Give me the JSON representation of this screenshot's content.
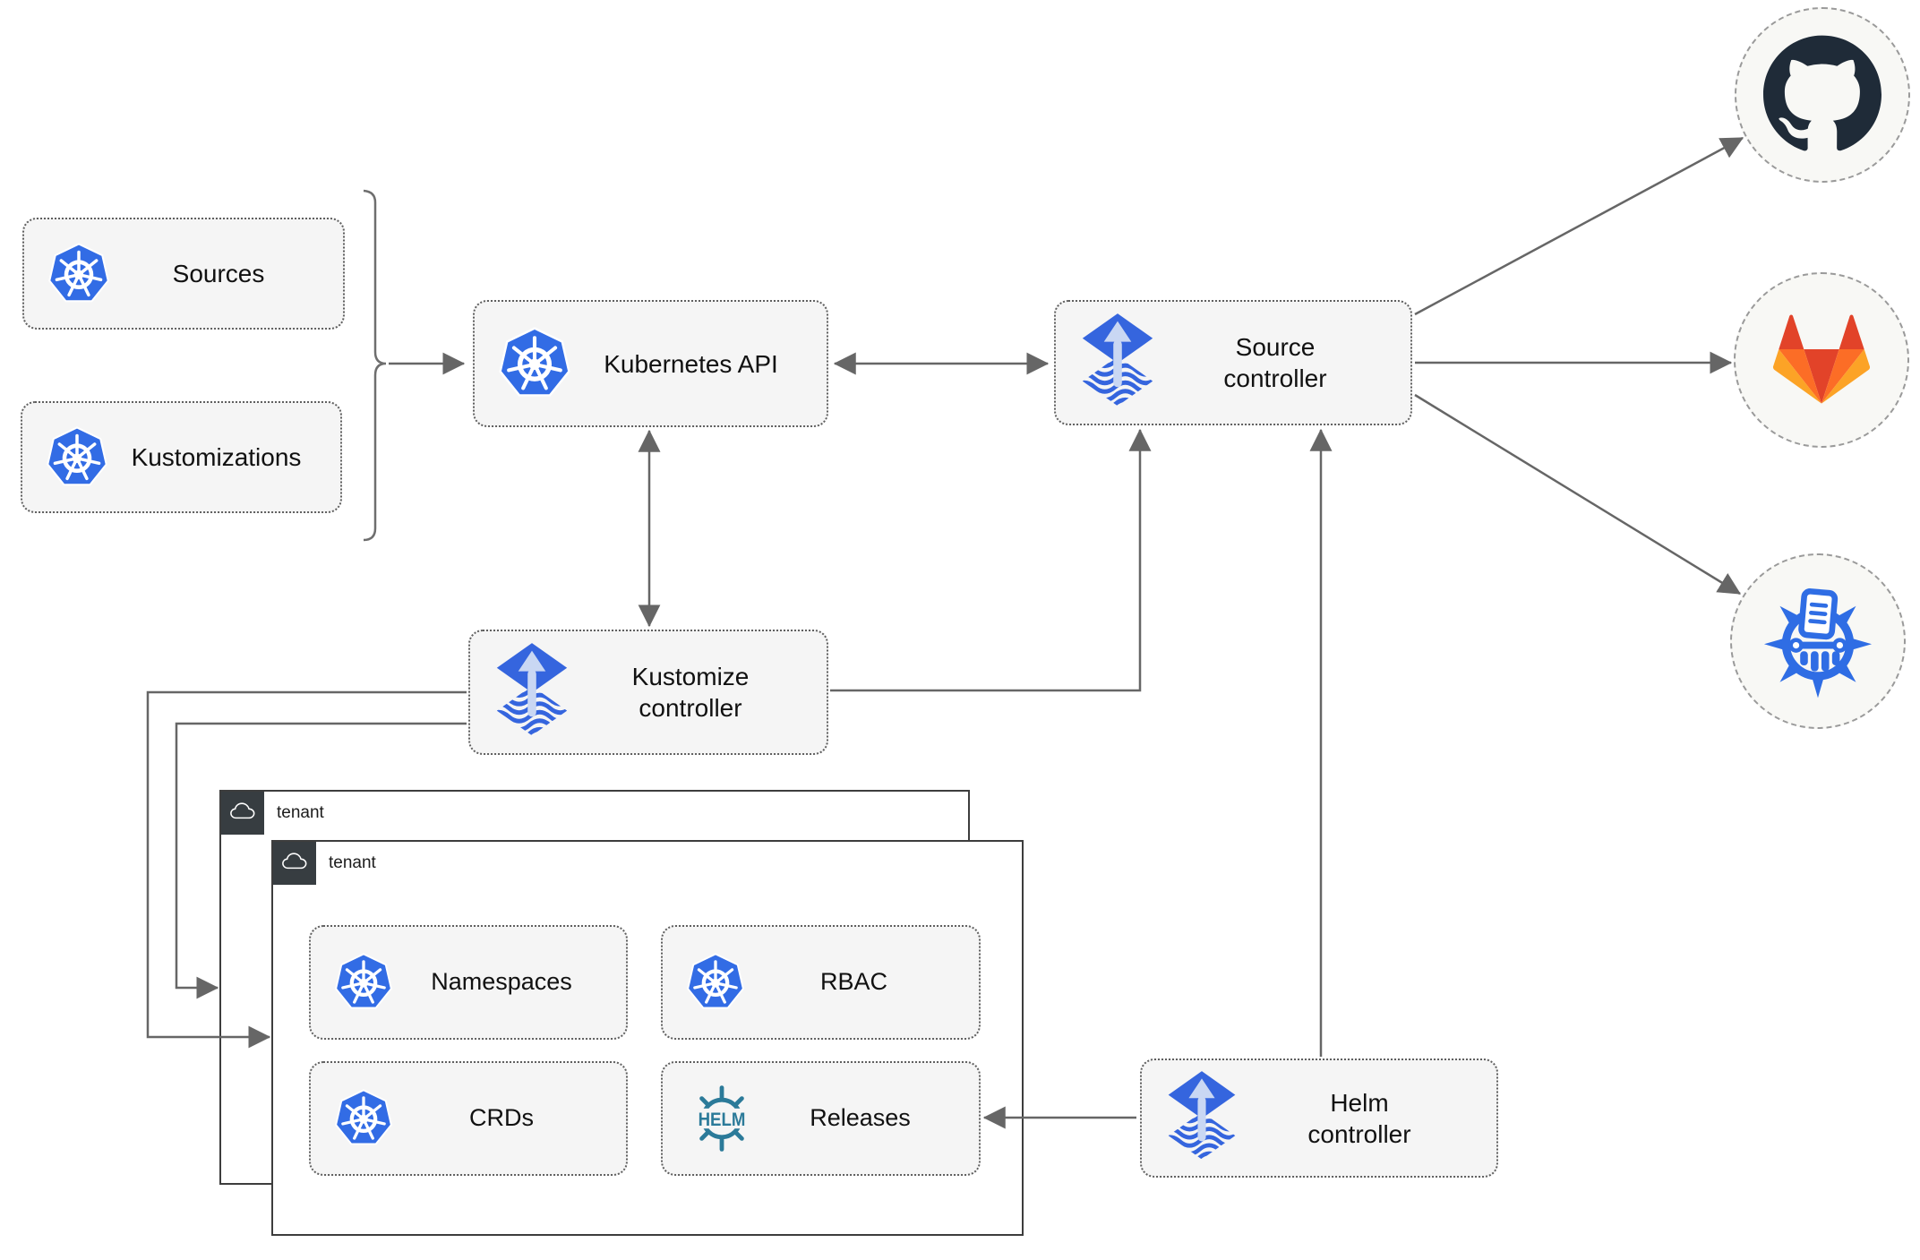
{
  "diagram": {
    "nodes": {
      "sources": {
        "label": "Sources",
        "icon": "kubernetes"
      },
      "kustomizations": {
        "label": "Kustomizations",
        "icon": "kubernetes"
      },
      "kubernetes_api": {
        "label": "Kubernetes API",
        "icon": "kubernetes"
      },
      "source_controller": {
        "label": "Source controller",
        "icon": "flux"
      },
      "kustomize_controller": {
        "label": "Kustomize controller",
        "icon": "flux"
      },
      "helm_controller": {
        "label": "Helm controller",
        "icon": "flux"
      },
      "namespaces": {
        "label": "Namespaces",
        "icon": "kubernetes"
      },
      "rbac": {
        "label": "RBAC",
        "icon": "kubernetes"
      },
      "crds": {
        "label": "CRDs",
        "icon": "kubernetes"
      },
      "releases": {
        "label": "Releases",
        "icon": "helm"
      }
    },
    "containers": {
      "tenant_outer": {
        "label": "tenant",
        "icon": "cloud"
      },
      "tenant_inner": {
        "label": "tenant",
        "icon": "cloud"
      }
    },
    "endpoints": {
      "github": {
        "icon": "github-logo"
      },
      "gitlab": {
        "icon": "gitlab-logo"
      },
      "chartmuseum": {
        "icon": "chartmuseum-logo"
      }
    },
    "icons": {
      "helm_wordmark": "HELM"
    },
    "connections": [
      {
        "from": "sources+kustomizations",
        "to": "kubernetes_api",
        "style": "arrow"
      },
      {
        "from": "kubernetes_api",
        "to": "source_controller",
        "style": "double-arrow"
      },
      {
        "from": "kubernetes_api",
        "to": "kustomize_controller",
        "style": "double-arrow"
      },
      {
        "from": "kustomize_controller",
        "to": "source_controller",
        "style": "arrow"
      },
      {
        "from": "helm_controller",
        "to": "source_controller",
        "style": "arrow"
      },
      {
        "from": "helm_controller",
        "to": "releases",
        "style": "arrow"
      },
      {
        "from": "kustomize_controller",
        "to": "tenant_inner",
        "style": "arrow"
      },
      {
        "from": "kustomize_controller",
        "to": "tenant_outer",
        "style": "arrow"
      },
      {
        "from": "source_controller",
        "to": "github",
        "style": "arrow"
      },
      {
        "from": "source_controller",
        "to": "gitlab",
        "style": "arrow"
      },
      {
        "from": "source_controller",
        "to": "chartmuseum",
        "style": "arrow"
      }
    ],
    "colors": {
      "kubernetes_blue": "#326ce5",
      "flux_blue": "#3565de",
      "flux_arrow_light": "#c9d7f3",
      "helm_teal": "#2b7a99",
      "github_dark": "#1f2b38",
      "gitlab_red_orange": "#e24329",
      "gitlab_orange": "#fc6d26",
      "gitlab_light_orange": "#fca326",
      "chartmuseum_blue": "#2f6de4",
      "connector_gray": "#666666",
      "node_fill": "#f5f5f5",
      "tenant_tab_dark": "#373d41"
    }
  }
}
